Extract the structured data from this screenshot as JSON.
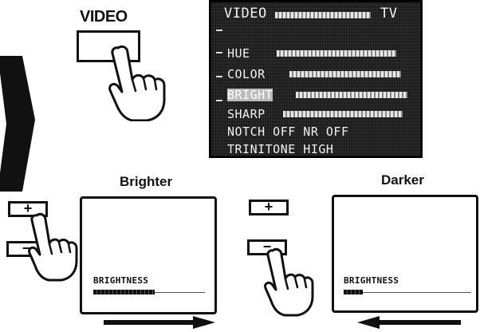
{
  "video_button": {
    "label": "VIDEO"
  },
  "osd_menu": {
    "title": "VIDEO",
    "mode_label": "TV",
    "items": [
      {
        "label": "HUE",
        "bar_level": 0.5
      },
      {
        "label": "COLOR",
        "bar_level": 0.5
      },
      {
        "label": "BRIGHT",
        "bar_level": 0.5
      },
      {
        "label": "SHARP",
        "bar_level": 0.5
      },
      {
        "label": "NOTCH OFF NR OFF"
      },
      {
        "label": "TRINITONE HIGH"
      }
    ]
  },
  "brighter_panel": {
    "heading": "Brighter",
    "plus_key": "+",
    "minus_key": "−",
    "screen_label": "BRIGHTNESS",
    "level": 0.55
  },
  "darker_panel": {
    "heading": "Darker",
    "plus_key": "+",
    "minus_key": "−",
    "screen_label": "BRIGHTNESS",
    "level": 0.15
  },
  "colors": {
    "ink": "#111111",
    "screen_bg": "#1c1c1c",
    "osd_text": "#f2f2f2"
  }
}
